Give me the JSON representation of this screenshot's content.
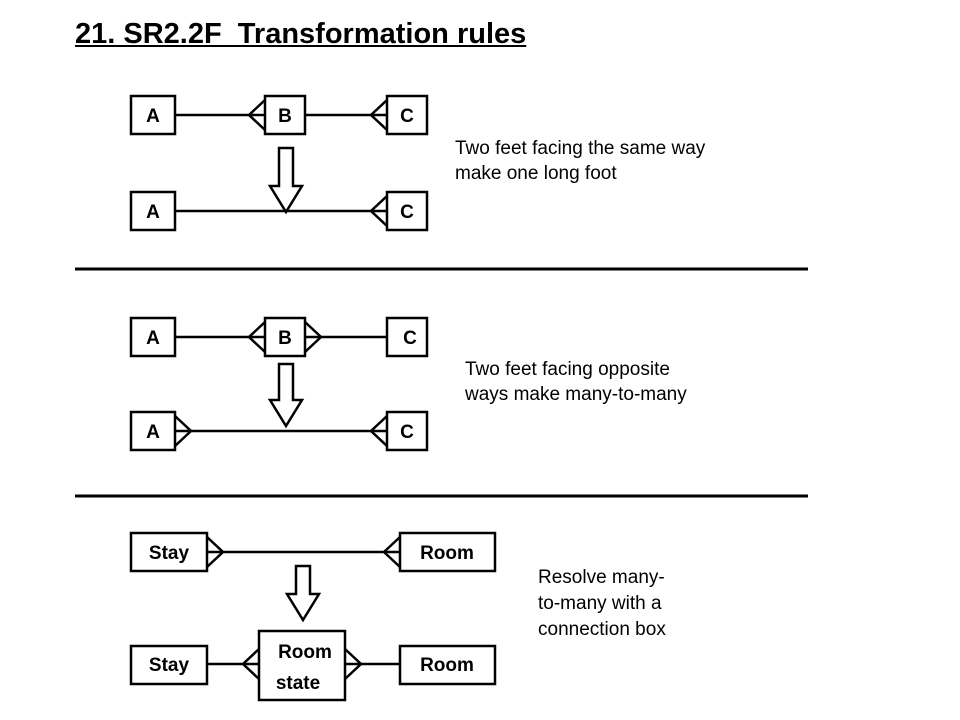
{
  "title": "21. SR2.2F  Transformation rules",
  "rule1": {
    "top_boxes": [
      "A",
      "B",
      "C"
    ],
    "bottom_boxes": [
      "A",
      "C"
    ],
    "description": "Two feet facing the same way\nmake one long foot"
  },
  "rule2": {
    "top_boxes": [
      "A",
      "B",
      "C"
    ],
    "bottom_boxes": [
      "A",
      "C"
    ],
    "description": "Two feet facing opposite\nways make many-to-many"
  },
  "rule3": {
    "top_boxes": [
      "Stay",
      "Room"
    ],
    "bottom_boxes": [
      "Stay",
      "Room state",
      "Room"
    ],
    "connection_box_lines": [
      "Room",
      "state"
    ],
    "description": "Resolve many-\nto-many with a\nconnection box"
  },
  "colors": {
    "line": "#000000",
    "background": "#ffffff"
  }
}
